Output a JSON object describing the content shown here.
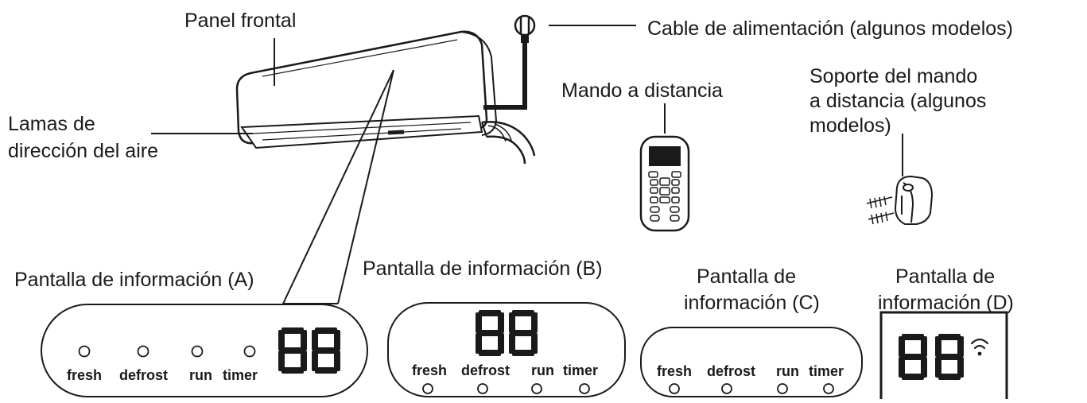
{
  "labels": {
    "front_panel": "Panel frontal",
    "power_cable": "Cable de alimentación (algunos modelos)",
    "remote": "Mando a distancia",
    "holder_1": "Soporte del mando",
    "holder_2": "a distancia (algunos",
    "holder_3": "modelos)",
    "louvers_1": "Lamas de",
    "louvers_2": "dirección del aire"
  },
  "displays": {
    "a": {
      "title": "Pantalla de información (A)",
      "readout": "88",
      "indicators": [
        "fresh",
        "defrost",
        "run",
        "timer"
      ]
    },
    "b": {
      "title": "Pantalla de información (B)",
      "readout": "88",
      "indicators": [
        "fresh",
        "defrost",
        "run",
        "timer"
      ]
    },
    "c": {
      "title_1": "Pantalla de",
      "title_2": "información (C)",
      "indicators": [
        "fresh",
        "defrost",
        "run",
        "timer"
      ]
    },
    "d": {
      "title_1": "Pantalla de",
      "title_2": "información (D)",
      "readout": "88",
      "icon": "wifi-icon"
    }
  },
  "colors": {
    "ink": "#1a1a1a",
    "background": "#ffffff"
  }
}
